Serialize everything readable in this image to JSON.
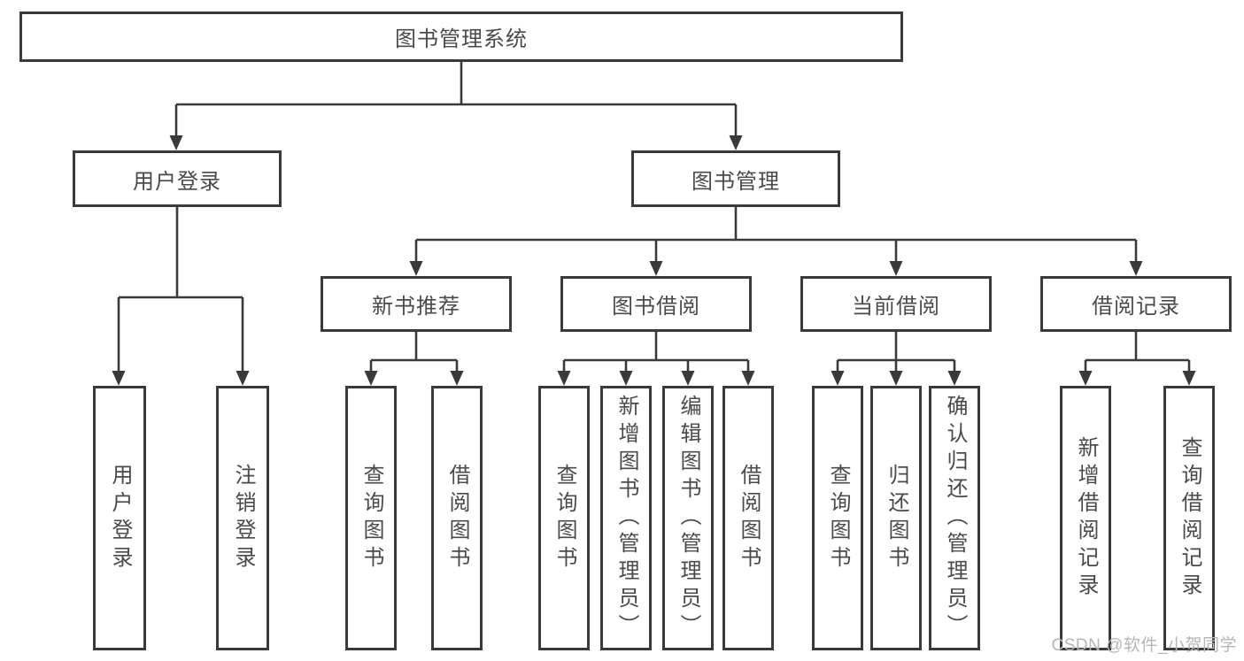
{
  "tree": {
    "root": "图书管理系统",
    "level2": [
      {
        "label": "用户登录",
        "leaves": [
          "用户登录",
          "注销登录"
        ]
      },
      {
        "label": "图书管理",
        "children": [
          {
            "label": "新书推荐",
            "leaves": [
              "查询图书",
              "借阅图书"
            ]
          },
          {
            "label": "图书借阅",
            "leaves": [
              "查询图书",
              "新增图书（管理员）",
              "编辑图书（管理员）",
              "借阅图书"
            ]
          },
          {
            "label": "当前借阅",
            "leaves": [
              "查询图书",
              "归还图书",
              "确认归还（管理员）"
            ]
          },
          {
            "label": "借阅记录",
            "leaves": [
              "新增借阅记录",
              "查询借阅记录"
            ]
          }
        ]
      }
    ]
  },
  "watermark": "CSDN @软件_小贺同学",
  "colors": {
    "line": "#3a3a3a",
    "box_border": "#3a3a3a",
    "text": "#4a4a4a",
    "watermark": "#b6b6b6",
    "background": "#ffffff"
  }
}
